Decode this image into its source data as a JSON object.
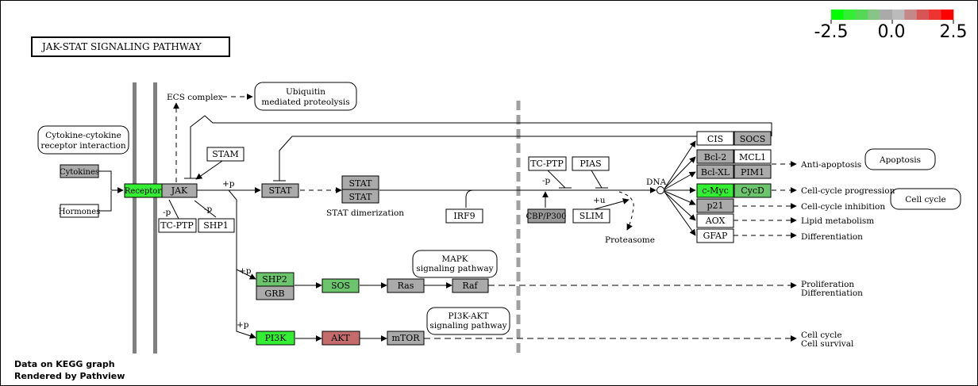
{
  "title": "JAK-STAT SIGNALING PATHWAY",
  "legend": {
    "min_label": "-2.5",
    "mid_label": "0.0",
    "max_label": "2.5",
    "colors": [
      "#00ff00",
      "#33ee33",
      "#55d855",
      "#88c488",
      "#aaaaaa",
      "#bbbbbb",
      "#c48888",
      "#d85555",
      "#ee3333",
      "#ff0000"
    ]
  },
  "colors": {
    "gray": "#aaaaaa",
    "bright_green": "#33ee33",
    "medium_green": "#6cc46c",
    "rose": "#c46c6c",
    "white": "#ffffff",
    "dark_gray": "#999999"
  },
  "nodes": {
    "cytokines": "Cytokines",
    "hormones": "Hormones",
    "receptor": "Receptor",
    "jak": "JAK",
    "stam": "STAM",
    "tc_ptp_left": "TC-PTP",
    "shp1": "SHP1",
    "stat": "STAT",
    "stat_dimer_top": "STAT",
    "stat_dimer_bottom": "STAT",
    "irf9": "IRF9",
    "tc_ptp_right": "TC-PTP",
    "pias": "PIAS",
    "cbp_p300": "CBP/P300",
    "slim": "SLIM",
    "cis": "CIS",
    "socs": "SOCS",
    "bcl2": "Bcl-2",
    "mcl1": "MCL1",
    "bclxl": "Bcl-XL",
    "pim1": "PIM1",
    "cmyc": "c-Myc",
    "cycd": "CycD",
    "p21": "p21",
    "aox": "AOX",
    "gfap": "GFAP",
    "shp2": "SHP2",
    "grb": "GRB",
    "sos": "SOS",
    "ras": "Ras",
    "raf": "Raf",
    "pi3k": "PI3K",
    "akt": "AKT",
    "mtor": "mTOR"
  },
  "maps": {
    "cytokine_receptor_line1": "Cytokine-cytokine",
    "cytokine_receptor_line2": "receptor interaction",
    "ubiquitin_line1": "Ubiquitin",
    "ubiquitin_line2": "mediated proteolysis",
    "apoptosis": "Apoptosis",
    "cell_cycle": "Cell cycle",
    "mapk_line1": "MAPK",
    "mapk_line2": "signaling pathway",
    "pi3k_line1": "PI3K-AKT",
    "pi3k_line2": "signaling pathway"
  },
  "labels": {
    "ecs_complex": "ECS complex",
    "stat_dimerization": "STAT dimerization",
    "dna": "DNA",
    "proteasome": "Proteasome",
    "plus_p": "+p",
    "minus_p": "-p",
    "plus_u": "+u"
  },
  "outcomes": {
    "anti_apoptosis": "Anti-apoptosis",
    "cell_cycle_progression": "Cell-cycle progression",
    "cell_cycle_inhibition": "Cell-cycle inhibition",
    "lipid_metabolism": "Lipid metabolism",
    "differentiation": "Differentiation",
    "proliferation": "Proliferation",
    "differentiation2": "Differentiation",
    "cell_cycle": "Cell cycle",
    "cell_survival": "Cell survival"
  },
  "footer": {
    "line1": "Data on KEGG graph",
    "line2": "Rendered by Pathview"
  }
}
